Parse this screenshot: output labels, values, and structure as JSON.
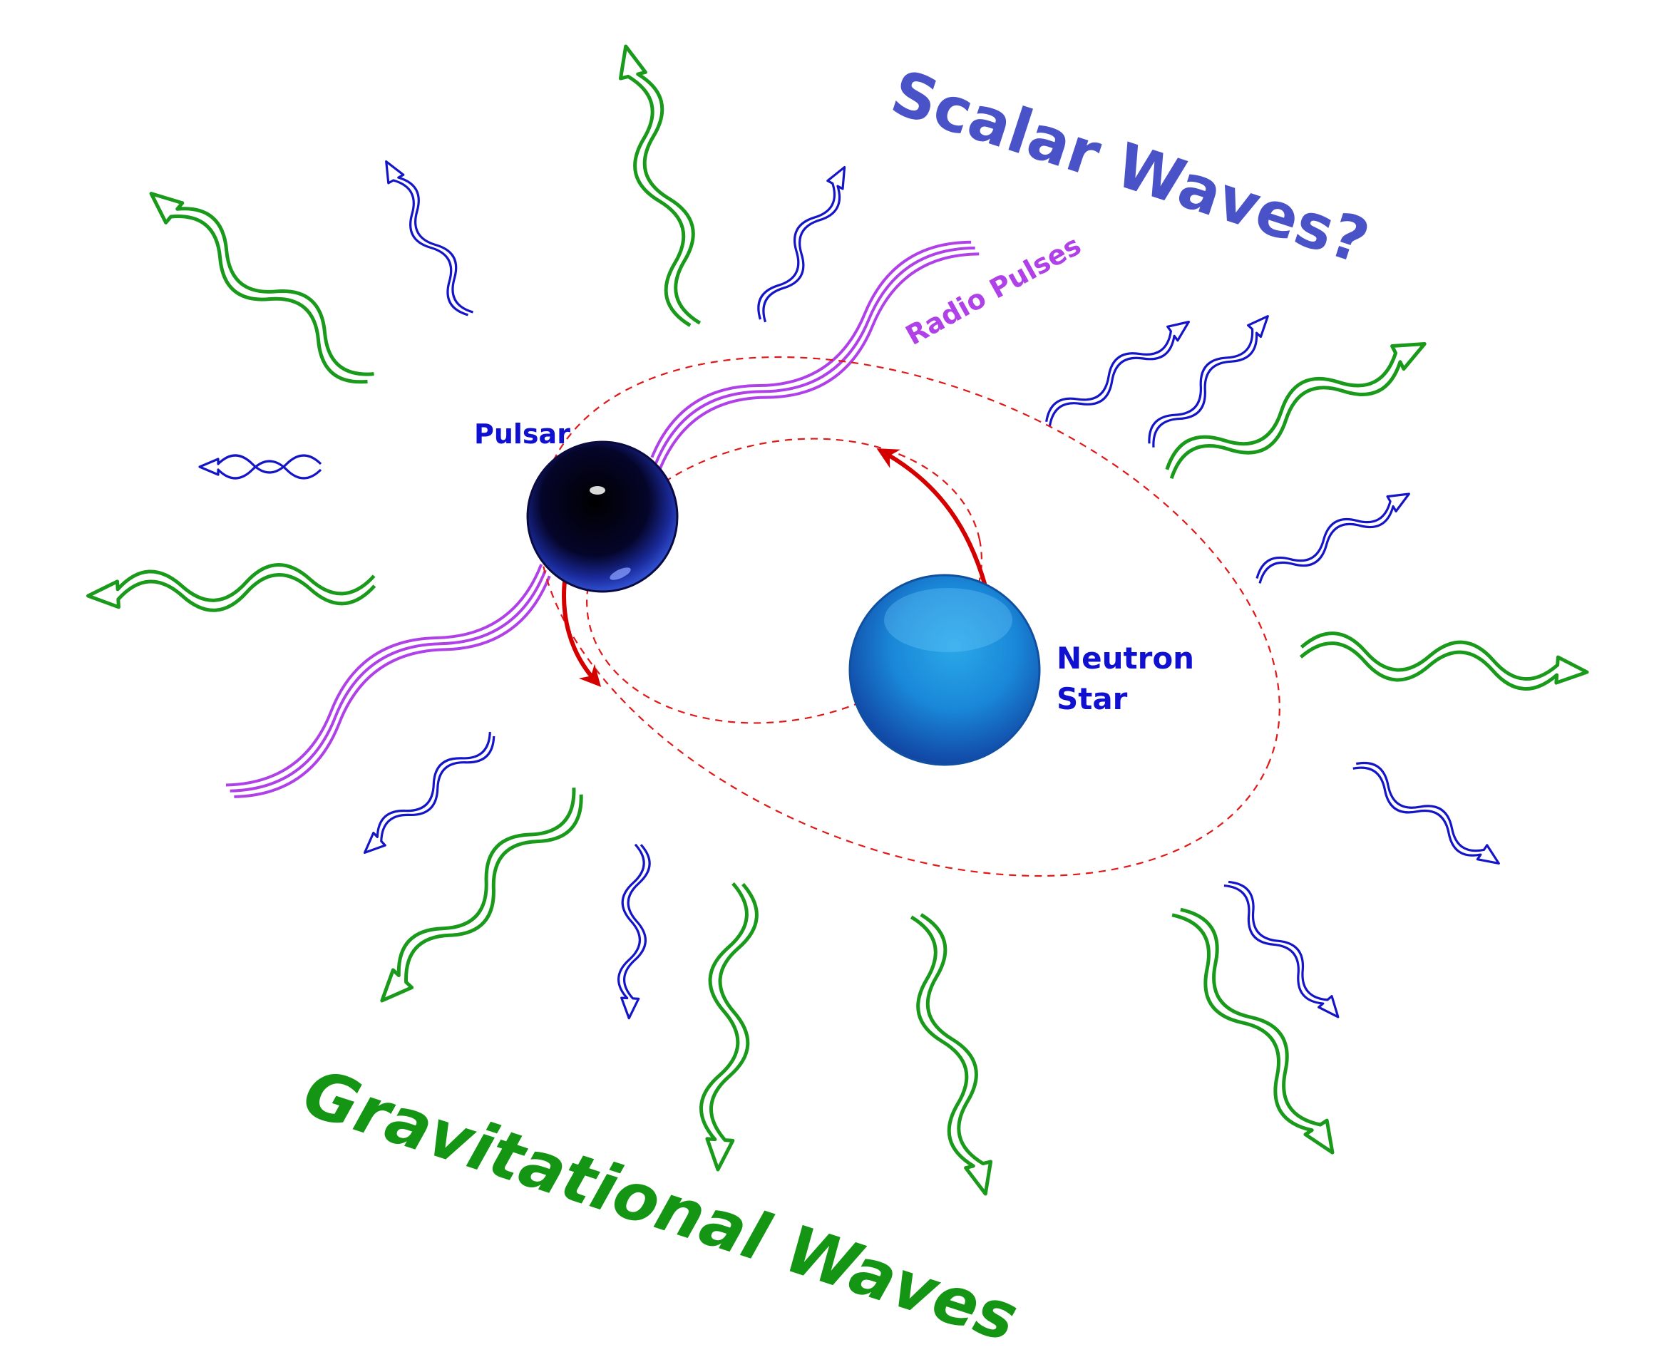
{
  "labels": {
    "pulsar": "Pulsar",
    "neutron_line1": "Neutron",
    "neutron_line2": "Star",
    "scalar_waves": "Scalar Waves?",
    "gravitational_waves": "Gravitational Waves",
    "radio_pulses": "Radio Pulses"
  },
  "colors": {
    "gravitational_wave": "#1a9a1a",
    "scalar_wave": "#1414c8",
    "radio_pulse": "#b040e8",
    "orbit": "#e01818",
    "orbit_arrow": "#d40000",
    "pulsar_label": "#1010d0",
    "scalar_label": "#4a52c8",
    "grav_label": "#149614",
    "radio_label": "#b040e8",
    "neutron_star": "#1a7fd0",
    "pulsar_body": "#0a0a30"
  }
}
